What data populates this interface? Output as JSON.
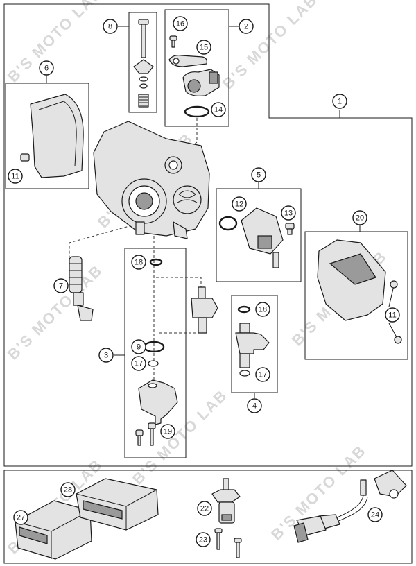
{
  "diagram": {
    "watermark": "B'S MOTO LAB",
    "callouts": [
      {
        "id": "c1",
        "label": "1"
      },
      {
        "id": "c2",
        "label": "2"
      },
      {
        "id": "c3",
        "label": "3"
      },
      {
        "id": "c4",
        "label": "4"
      },
      {
        "id": "c5",
        "label": "5"
      },
      {
        "id": "c6",
        "label": "6"
      },
      {
        "id": "c7",
        "label": "7"
      },
      {
        "id": "c8",
        "label": "8"
      },
      {
        "id": "c9",
        "label": "9"
      },
      {
        "id": "c11a",
        "label": "11"
      },
      {
        "id": "c11b",
        "label": "11"
      },
      {
        "id": "c12",
        "label": "12"
      },
      {
        "id": "c13",
        "label": "13"
      },
      {
        "id": "c14",
        "label": "14"
      },
      {
        "id": "c15",
        "label": "15"
      },
      {
        "id": "c16",
        "label": "16"
      },
      {
        "id": "c17a",
        "label": "17"
      },
      {
        "id": "c17b",
        "label": "17"
      },
      {
        "id": "c18a",
        "label": "18"
      },
      {
        "id": "c18b",
        "label": "18"
      },
      {
        "id": "c19",
        "label": "19"
      },
      {
        "id": "c20",
        "label": "20"
      },
      {
        "id": "c22",
        "label": "22"
      },
      {
        "id": "c23",
        "label": "23"
      },
      {
        "id": "c24",
        "label": "24"
      },
      {
        "id": "c27",
        "label": "27"
      },
      {
        "id": "c28",
        "label": "28"
      }
    ]
  }
}
